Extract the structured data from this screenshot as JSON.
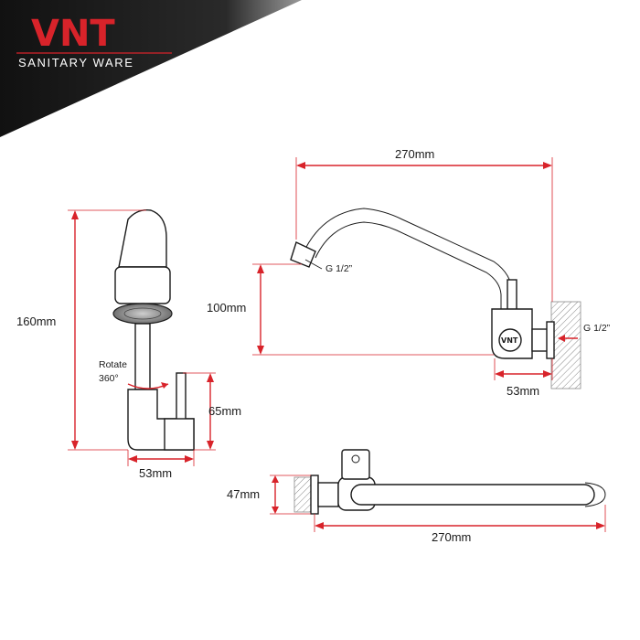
{
  "brand": {
    "name": "VNT",
    "tagline": "SANITARY WARE",
    "accent_color": "#d8232a",
    "banner_color": "#1c1c1c"
  },
  "side_view": {
    "height_label": "160mm",
    "handle_height_label": "65mm",
    "base_width_label": "53mm",
    "rotate_label": "Rotate",
    "rotate_angle": "360°"
  },
  "front_view": {
    "reach_label": "270mm",
    "spout_height_label": "100mm",
    "wall_offset_label": "53mm",
    "spout_thread_label": "G 1/2”",
    "inlet_thread_label": "G 1/2”",
    "body_logo": "VNT"
  },
  "top_view": {
    "depth_label": "47mm",
    "reach_label": "270mm"
  },
  "colors": {
    "dimension": "#d8232a",
    "outline": "#1a1a1a",
    "wall_hatch": "#888888"
  }
}
